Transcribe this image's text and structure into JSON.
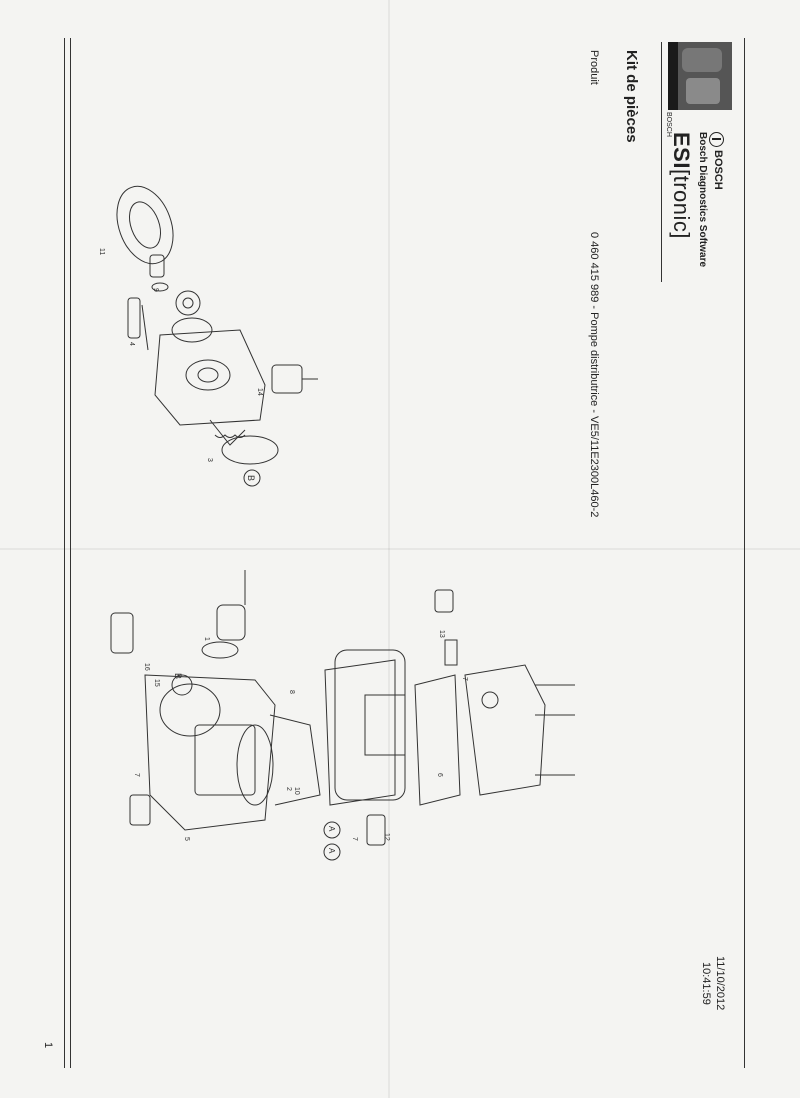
{
  "header": {
    "brand": "BOSCH",
    "software": "Bosch Diagnostics Software",
    "app_bold": "ESI",
    "app_light": "[tronic]",
    "photo_caption": "BOSCH"
  },
  "document": {
    "title": "Kit de pièces",
    "product_label": "Produit",
    "product_value": "0 460 415 989 - Pompe distributrice - VE5/11E2300L460-2",
    "date": "11/10/2012",
    "time": "10:41:59",
    "page_number": "1"
  },
  "diagram": {
    "callouts_top": [
      "11",
      "9",
      "4",
      "14",
      "3",
      "B"
    ],
    "callouts_bottom": [
      "1",
      "13",
      "7",
      "8",
      "6",
      "16",
      "15",
      "B",
      "7",
      "10",
      "2",
      "A",
      "A",
      "7",
      "12",
      "5"
    ]
  }
}
